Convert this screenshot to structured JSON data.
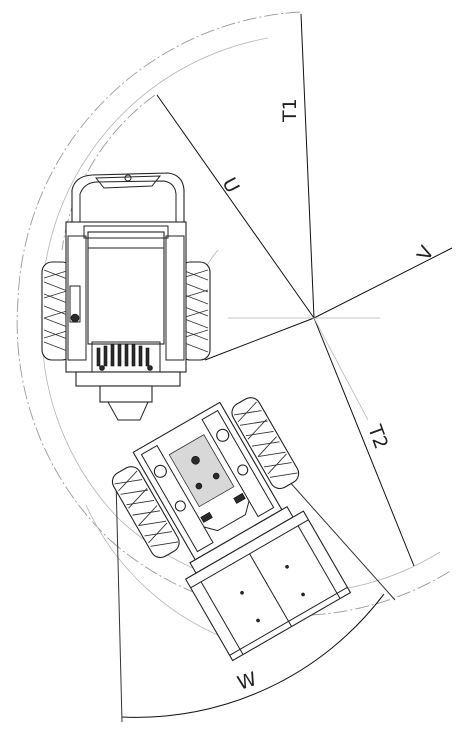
{
  "diagram": {
    "labels": {
      "t1": "T1",
      "u": "U",
      "v": "V",
      "t2": "T2",
      "w": "W"
    }
  }
}
